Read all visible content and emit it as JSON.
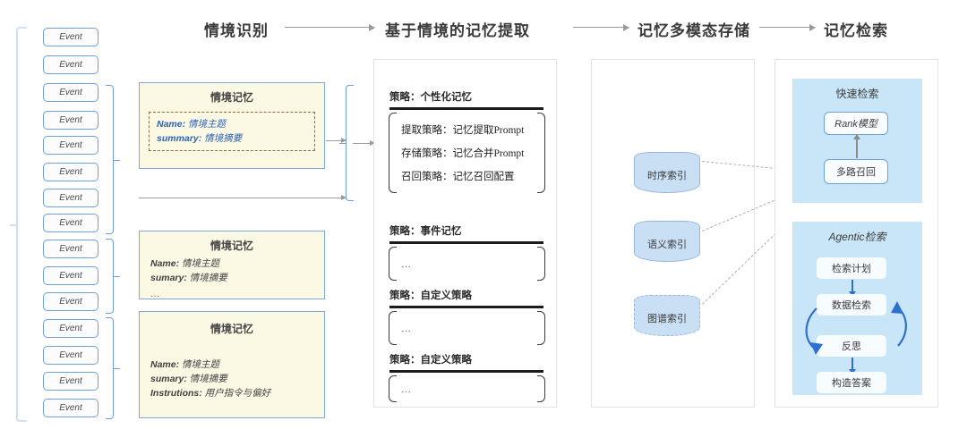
{
  "header": {
    "stages": [
      {
        "label": "情境识别"
      },
      {
        "label": "基于情境的记忆提取"
      },
      {
        "label": "记忆多模态存储"
      },
      {
        "label": "记忆检索"
      }
    ]
  },
  "events": {
    "label": "Event",
    "count": 15,
    "groups": [
      {
        "name": "group-1",
        "indices": [
          2,
          3,
          4,
          5,
          6,
          7
        ]
      },
      {
        "name": "group-2",
        "indices": [
          8,
          9,
          10
        ]
      },
      {
        "name": "group-3",
        "indices": [
          11,
          12,
          13,
          14
        ]
      }
    ]
  },
  "memory_cards": [
    {
      "title": "情境记忆",
      "boxed": true,
      "lines": [
        {
          "key": "Name:",
          "value": "情境主题"
        },
        {
          "key": "summary:",
          "value": "情境摘要"
        }
      ]
    },
    {
      "title": "情境记忆",
      "boxed": false,
      "lines": [
        {
          "key": "Name:",
          "value": "情境主题"
        },
        {
          "key": "sumary:",
          "value": "情境摘要"
        },
        {
          "key": "…",
          "value": ""
        }
      ]
    },
    {
      "title": "情境记忆",
      "boxed": false,
      "lines": [
        {
          "key": "Name:",
          "value": "情境主题"
        },
        {
          "key": "sumary:",
          "value": "情境摘要"
        },
        {
          "key": "Instrutions:",
          "value": "用户指令与偏好"
        }
      ]
    }
  ],
  "strategies": [
    {
      "title": "策略：个性化记忆",
      "rows": [
        {
          "key": "提取策略：",
          "value": "记忆提取Prompt"
        },
        {
          "key": "存储策略：",
          "value": "记忆合并Prompt"
        },
        {
          "key": "召回策略：",
          "value": "记忆召回配置"
        }
      ]
    },
    {
      "title": "策略：事件记忆",
      "rows": [
        {
          "key": "…",
          "value": ""
        }
      ]
    },
    {
      "title": "策略：自定义策略",
      "rows": [
        {
          "key": "…",
          "value": ""
        }
      ]
    },
    {
      "title": "策略：自定义策略",
      "rows": [
        {
          "key": "…",
          "value": ""
        }
      ]
    }
  ],
  "storage": {
    "indexes": [
      {
        "label": "时序索引",
        "dashed": false
      },
      {
        "label": "语义索引",
        "dashed": false
      },
      {
        "label": "图谱索引",
        "dashed": true
      }
    ]
  },
  "retrieval": {
    "fast": {
      "title": "快速检索",
      "nodes": [
        {
          "label": "Rank模型",
          "italic": true
        },
        {
          "label": "多路召回",
          "italic": false
        }
      ]
    },
    "agentic": {
      "title": "Agentic检索",
      "nodes": [
        {
          "label": "检索计划"
        },
        {
          "label": "数据检索"
        },
        {
          "label": "反思"
        },
        {
          "label": "构造答案"
        }
      ]
    }
  },
  "colors": {
    "event_border": "#6f9fd8",
    "memory_fill": "#fbf8e4",
    "memory_border": "#7fa8d8",
    "cylinder_fill": "#c9e0f4",
    "retrieval_fill": "#c8e6f8",
    "accent_blue": "#2f6fd0",
    "arrow_gray": "#9a9a9a"
  }
}
